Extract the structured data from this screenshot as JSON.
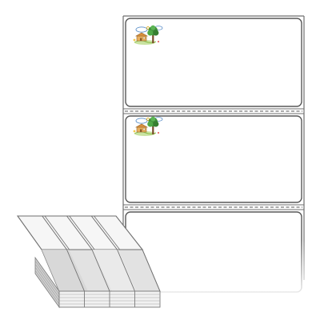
{
  "product": {
    "type": "fanfold label stock",
    "labels_visible": 3,
    "labels_with_print": 2,
    "stack_columns": 4
  },
  "colors": {
    "background": "#ffffff",
    "liner_outline": "#6f6f6f",
    "label_outline": "#585858",
    "perforation": "#555555",
    "stack_face": "#f1f1f1",
    "stack_shade": "#dcdcdc",
    "stack_side": "#c8c8c8",
    "tree_foliage": "#3f8f3a",
    "tree_trunk": "#7a4a2a",
    "cloud_outline": "#5b8fc8",
    "house_fill": "#e8b060",
    "grass": "#8cbf4d"
  },
  "icons": {
    "label_artwork": "tree-landscape-icon",
    "stack": "fanfold-stack-icon"
  }
}
